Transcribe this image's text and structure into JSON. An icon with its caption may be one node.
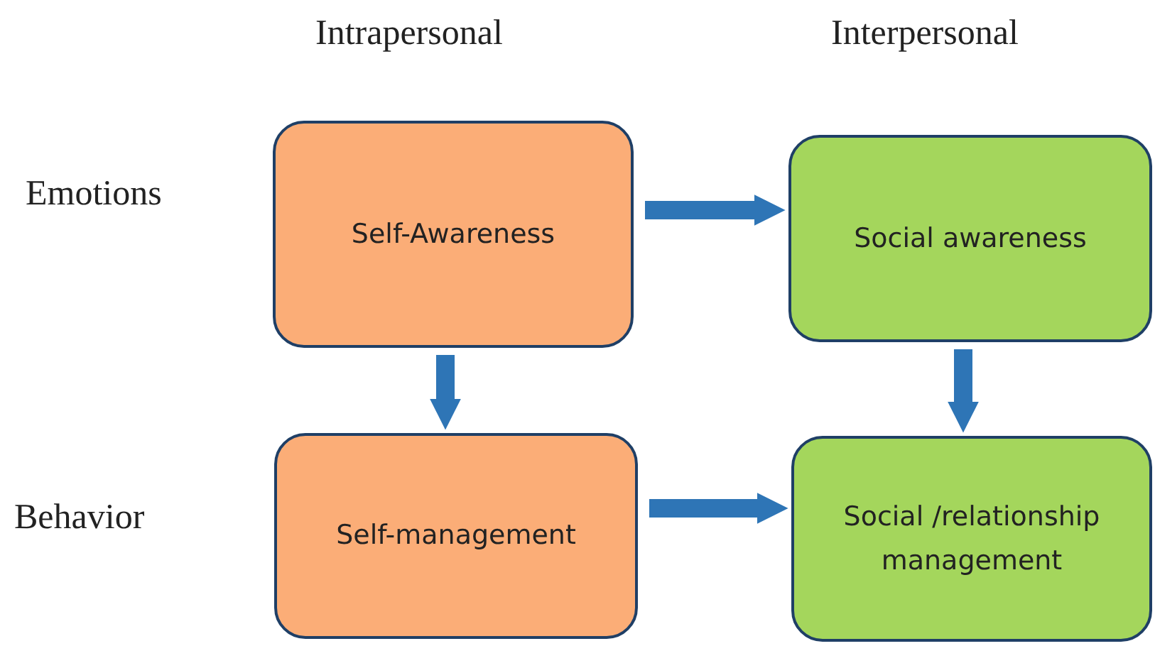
{
  "diagram": {
    "nodes": [
      {
        "text": [
          "Self-Awareness"
        ]
      },
      {
        "text": [
          "Social awareness"
        ]
      },
      {
        "text": [
          "Self-management"
        ]
      },
      {
        "text": [
          "Social /relationship management"
        ]
      }
    ],
    "edges": [
      {
        "from": 0,
        "to": 1,
        "arrow": "to"
      },
      {
        "from": 0,
        "to": 2,
        "arrow": "to"
      },
      {
        "from": 1,
        "to": 3,
        "arrow": "to"
      },
      {
        "from": 2,
        "to": 3,
        "arrow": "to"
      }
    ],
    "labels": [
      "Intrapersonal",
      "Interpersonal",
      "Emotions",
      "Behavior"
    ]
  }
}
